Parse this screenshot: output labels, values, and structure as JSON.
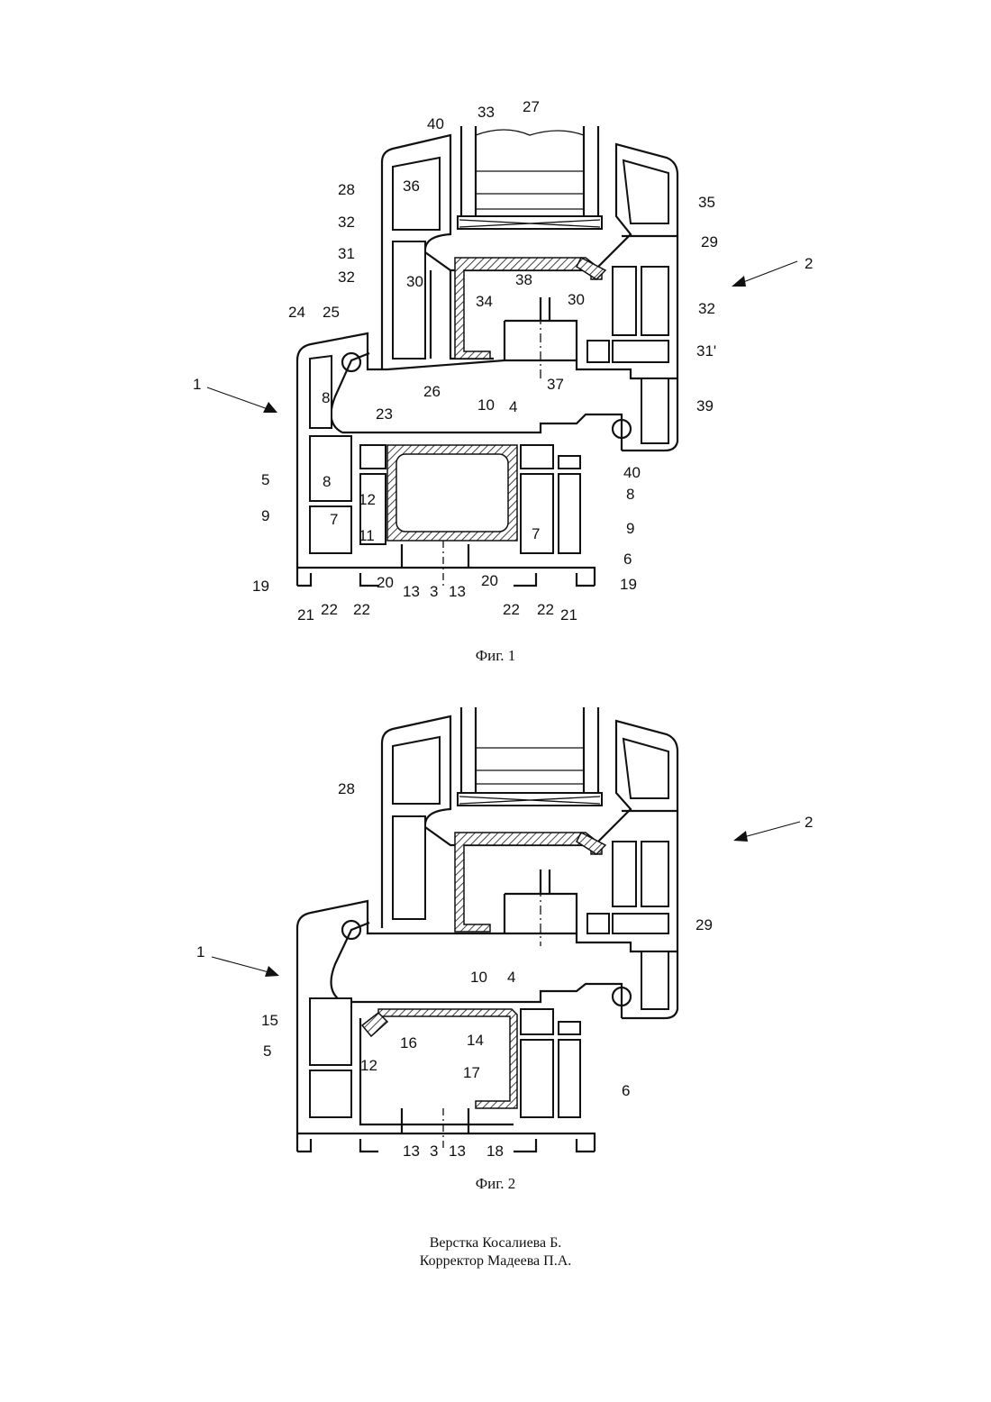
{
  "figures": [
    {
      "caption": "Фиг. 1",
      "labels": [
        "40",
        "33",
        "27",
        "28",
        "36",
        "32",
        "35",
        "29",
        "2",
        "31",
        "32",
        "38",
        "30",
        "30",
        "32",
        "24",
        "25",
        "34",
        "1",
        "8",
        "23",
        "26",
        "37",
        "31'",
        "39",
        "10",
        "4",
        "5",
        "8",
        "12",
        "40",
        "8",
        "9",
        "7",
        "11",
        "7",
        "9",
        "13",
        "3",
        "13",
        "6",
        "19",
        "20",
        "20",
        "19",
        "21",
        "22",
        "22",
        "22",
        "22",
        "21"
      ]
    },
    {
      "caption": "Фиг. 2",
      "labels": [
        "28",
        "2",
        "29",
        "1",
        "10",
        "4",
        "15",
        "16",
        "14",
        "5",
        "12",
        "17",
        "6",
        "13",
        "3",
        "13",
        "18"
      ]
    }
  ],
  "footer": {
    "line1": "Верстка Косалиева Б.",
    "line2": "Корректор Мадеева П.А."
  }
}
